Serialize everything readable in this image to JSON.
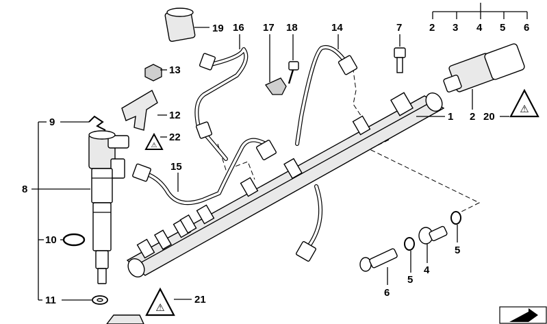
{
  "callouts": {
    "c1": "1",
    "c2a": "2",
    "c2b": "2",
    "c3": "3",
    "c4a": "4",
    "c4b": "4",
    "c5a": "5",
    "c5b": "5",
    "c5c": "5",
    "c6a": "6",
    "c6b": "6",
    "c7": "7",
    "c8": "8",
    "c9": "9",
    "c10": "10",
    "c11": "11",
    "c12": "12",
    "c13": "13",
    "c14": "14",
    "c15": "15",
    "c16": "16",
    "c17": "17",
    "c18": "18",
    "c19": "19",
    "c20": "20",
    "c21": "21",
    "c22": "22"
  },
  "icons": {
    "warning": "warning-triangle-icon",
    "next_page": "next-page-arrow-icon"
  }
}
